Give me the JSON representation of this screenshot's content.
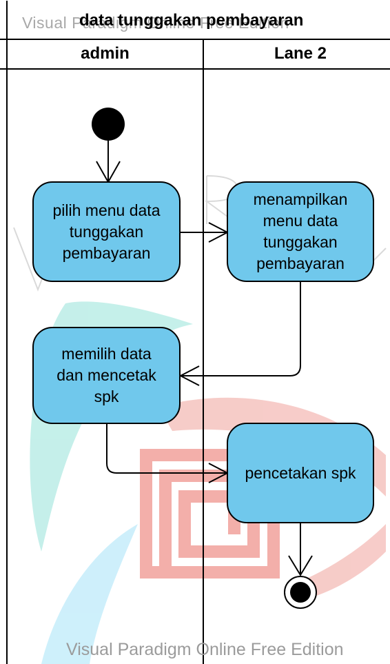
{
  "watermark": {
    "top_text": "Visual Paradigm Online Free Edition",
    "bottom_text": "Visual Paradigm Online Free Edition",
    "colors": {
      "teal": "#4fd1c1",
      "red": "#e8534a",
      "cyan": "#6fd3f2",
      "gray": "#b0b0b0"
    }
  },
  "diagram": {
    "title": "data tunggakan pembayaran",
    "lanes": [
      {
        "name": "admin"
      },
      {
        "name": "Lane 2"
      }
    ],
    "actions": [
      {
        "id": "a1",
        "label": "pilih menu data\ntunggakan\npembayaran",
        "lane": "admin"
      },
      {
        "id": "a2",
        "label": "menampilkan\nmenu data\ntunggakan\npembayaran",
        "lane": "Lane 2"
      },
      {
        "id": "a3",
        "label": "memilih data\ndan mencetak\nspk",
        "lane": "admin"
      },
      {
        "id": "a4",
        "label": "pencetakan spk",
        "lane": "Lane 2"
      }
    ],
    "flows": [
      {
        "from": "initial",
        "to": "a1"
      },
      {
        "from": "a1",
        "to": "a2"
      },
      {
        "from": "a2",
        "to": "a3"
      },
      {
        "from": "a3",
        "to": "a4"
      },
      {
        "from": "a4",
        "to": "final"
      }
    ],
    "colors": {
      "action_fill": "#70c8ec",
      "stroke": "#000000",
      "background": "#ffffff"
    }
  }
}
